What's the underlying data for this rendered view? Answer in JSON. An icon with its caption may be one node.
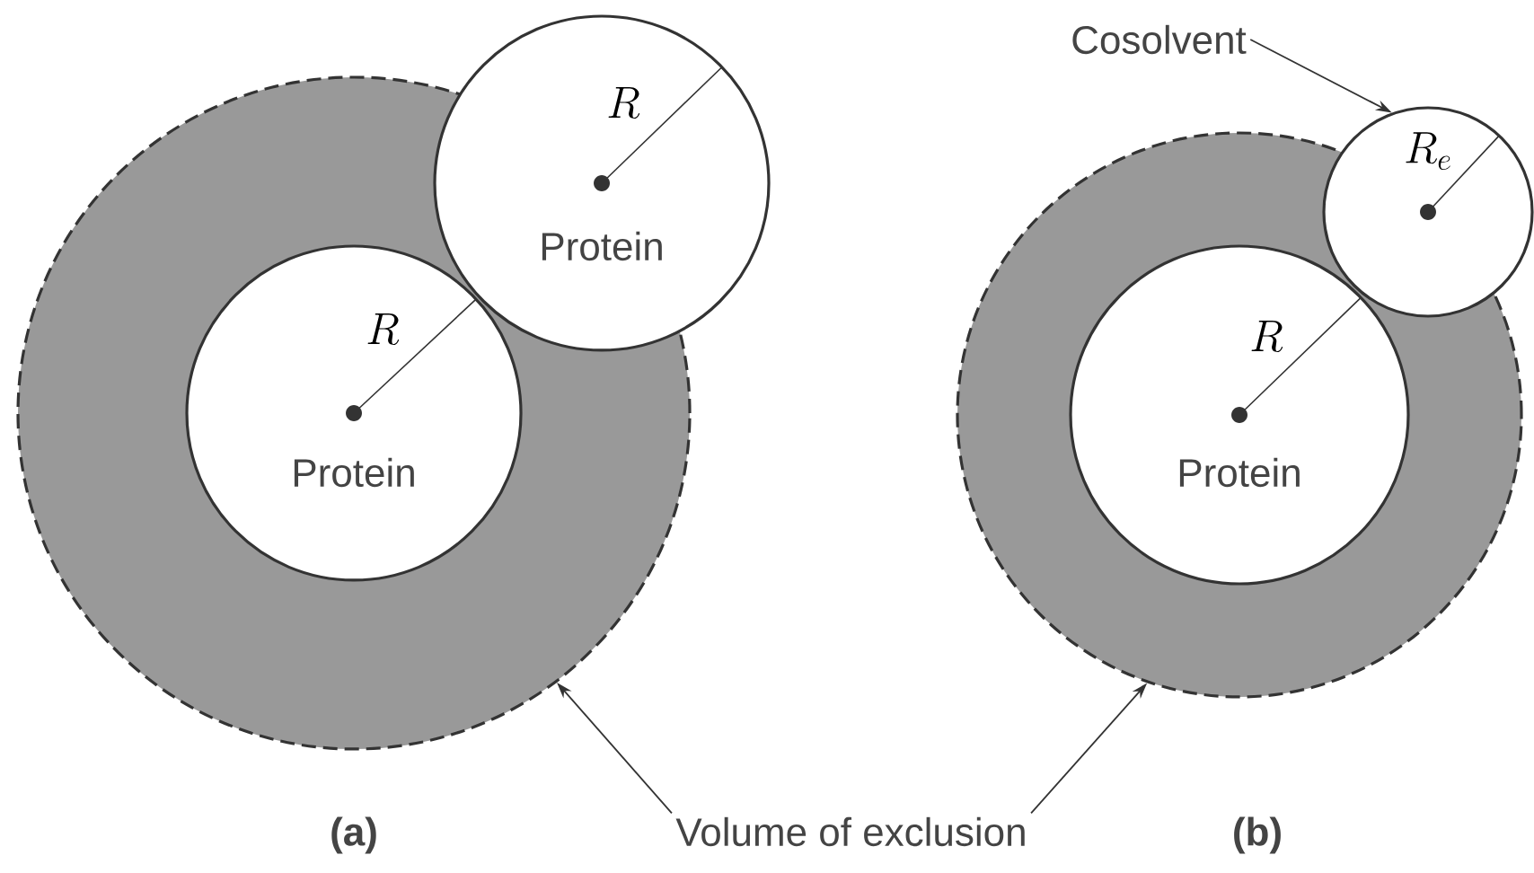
{
  "diagram": {
    "nodes": [
      {
        "text": [],
        "shape": "circle"
      },
      {
        "text": [
          "R",
          "Protein"
        ],
        "in": 0
      },
      {
        "text": [
          "R",
          "Protein"
        ]
      },
      {
        "text": [],
        "shape": "circle"
      },
      {
        "text": [
          "R",
          "Protein"
        ],
        "in": 3
      },
      {
        "text": [
          "R_{e}"
        ]
      },
      {
        "text": [
          "Cosolvent"
        ]
      },
      {
        "text": [
          "Volume of exclusion"
        ]
      }
    ],
    "edges": [
      {
        "from": 6,
        "to": 5,
        "arrow": "to"
      },
      {
        "from": 7,
        "to": 0,
        "arrow": "to"
      },
      {
        "from": 7,
        "to": 3,
        "arrow": "to"
      }
    ],
    "labels": [
      "(a)",
      "(b)"
    ]
  }
}
